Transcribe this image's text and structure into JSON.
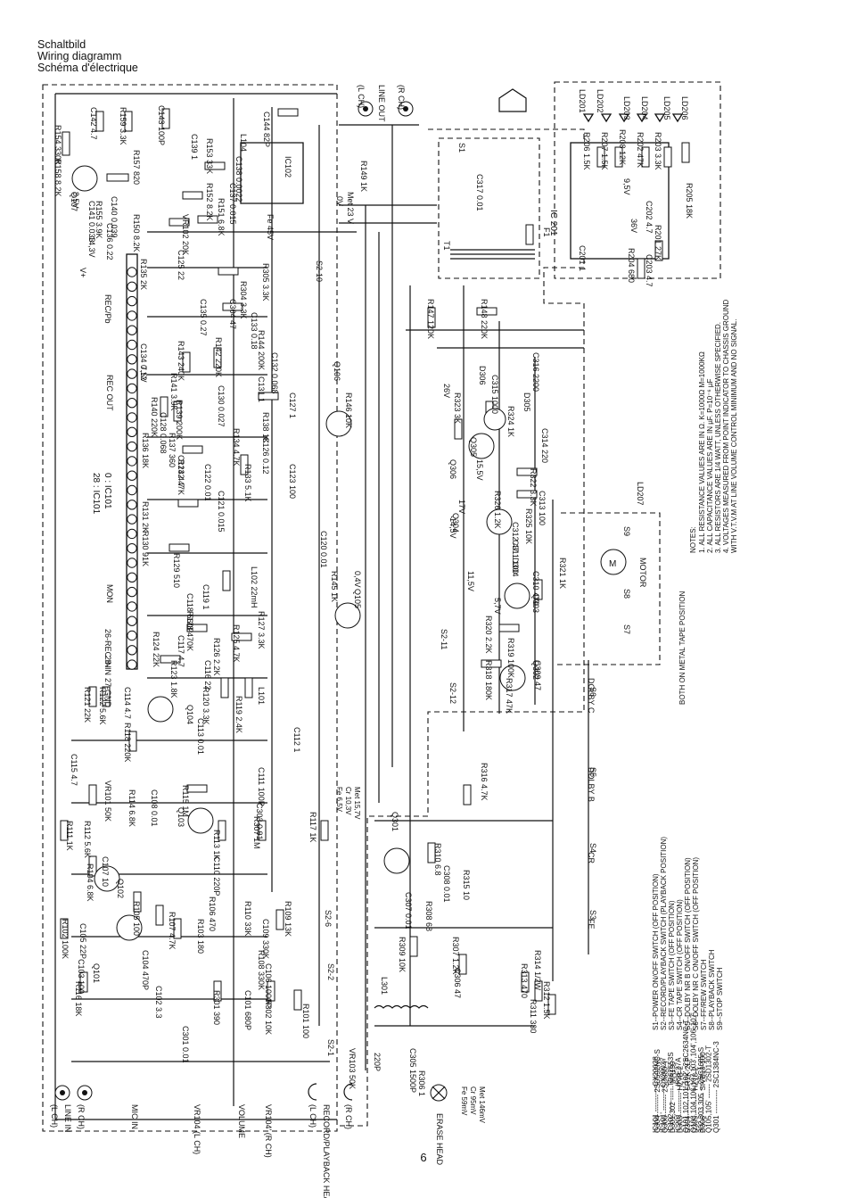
{
  "title": {
    "line1": "Schaltbild",
    "line2": "Wiring diagramm",
    "line3": "Schéma d'électrique"
  },
  "page_number": "6",
  "ic_label": {
    "ic101": "28 : IC101",
    "ic101b": "0 : IC101",
    "ic102": "IC102",
    "ic201": "IC 201"
  },
  "connectors": {
    "line_in": "LINE IN",
    "line_in_l": "(L CH)",
    "line_in_r": "(R CH)",
    "mic_in": "MIC IN",
    "vr104_l": "VR104 (L CH)",
    "volume": "VOLUME",
    "vr104_r": "VR104' (R CH)",
    "rec_head_l": "(L CH)",
    "rec_head": "RECORD/PLAYBACK HEAD",
    "rec_head_r": "(R CH)",
    "erase_head": "ERASE HEAD",
    "line_out": "LINE OUT",
    "line_out_l": "(L CH)",
    "line_out_r": "(R CH)",
    "motor": "MOTOR",
    "dolby_c": "DOLBY C",
    "dolby_b": "DOLBY B",
    "cr": "CR",
    "fe": "FE",
    "rec_out": "REC OUT",
    "rec_pb": "REC/Pb",
    "mon": "MON",
    "rec_in": "26-REC IN",
    "in28": "28-IN",
    "gnd27": "27-GND"
  },
  "components": {
    "r154": "R154 330K",
    "r158": "R158 8.2K",
    "c142": "C142 4.7",
    "r159": "R159 3.3K",
    "c143": "C143 100P",
    "c144": "C144 82P",
    "l104": "L104",
    "r153": "R153 33K",
    "r157": "R157 820",
    "c139": "C139 1",
    "l103": "L103",
    "r156": "R156 68",
    "c140": "C140 0.039",
    "r152": "R152 8.2K",
    "c138": "C138 0.0022",
    "r155": "R155 3.9K",
    "c141": "C141 0.033",
    "r151": "R151 6.8K",
    "c137": "C137 0.015",
    "q107": "Q107",
    "r150": "R150 8.2K",
    "c136": "C136 0.22",
    "vr102": "VR102 20K",
    "r147": "R147 120K",
    "r148": "R148 220K",
    "r149": "R149 1K",
    "c125": "C125 22",
    "r135": "R135 2K",
    "r305": "R305 3.3K",
    "r304": "R304 3.3K",
    "c304": "C304 47",
    "c135": "C135 0.27",
    "c133": "C133 0.18",
    "r144": "R144 200K",
    "c134": "C134 0.12",
    "r143": "R143 240K",
    "r142": "R142 220K",
    "c132": "C132 0.068",
    "r141": "R141 3.9K",
    "c131": "C131 1",
    "q106": "Q106",
    "c130": "C130 0.027",
    "r140": "R140 220K",
    "r139": "R139 200K",
    "c128": "C128 0.068",
    "c129": "C129 0.18",
    "r138": "R138 1K",
    "c127": "C127 1",
    "r146": "R146 10K",
    "r137": "R137 360",
    "r136": "R136 18K",
    "r134": "R134 4.7K",
    "c126": "C126 0.12",
    "c124": "C124 4.7",
    "r133": "R133 5.1K",
    "r132": "R132 47K",
    "c122": "C122 0.01",
    "c123": "C123 100",
    "r131": "R131 2K",
    "c121": "C121 0.015",
    "r130": "R130 91K",
    "c120": "C120 0.01",
    "r129": "R129 510",
    "c119": "C119 1",
    "l102": "L102 22mH",
    "c118": "C118 560P",
    "r128": "R128 470K",
    "r145": "R145 1K",
    "q105": "Q105",
    "r127": "R127 3.3K",
    "r126": "R126 2.2K",
    "r125": "R125 4.7K",
    "c117": "C117 4.7",
    "r124": "R124 22K",
    "r123": "R123 1.8K",
    "c116": "C116 22",
    "r121": "R121 22K",
    "r122": "R122 5.6K",
    "c114": "C114 4.7",
    "r120": "R120 3.3K",
    "r119": "R119 2.4K",
    "l101": "L101",
    "c113": "C113 0.01",
    "r118": "R118 220K",
    "q104": "Q104",
    "c112": "C112 1",
    "c115": "C115 4.7",
    "vr101": "VR101 50K",
    "r114": "R114 6.8K",
    "c108": "C108 0.01",
    "r115": "R115 1M",
    "c111": "C111 100P",
    "c303": "C303 0.01",
    "r307": "R307 1M",
    "c302": "C302 220P",
    "q103": "Q103",
    "r113": "R113 1K",
    "r117": "R117 1K",
    "r111": "R111 1K",
    "r112": "R112 5.6K",
    "r104": "R104 6.8K",
    "c107": "C107 10",
    "q102": "Q102",
    "c110": "C110 220P",
    "r110": "R110 33K",
    "r109": "R109 13K",
    "c109": "C109 330K",
    "r102": "R102 100K",
    "c105": "C105 22P",
    "r105": "R105 100",
    "r106": "R106 470",
    "r107": "R107 4.7K",
    "r103": "R103 180",
    "c106": "C106 1000P",
    "r108": "R108 330K",
    "c103": "C103 100",
    "q101": "Q101",
    "c104": "C104 470P",
    "c102": "C102 3.3",
    "r116": "R116 18K",
    "r301": "R301 390",
    "c101": "C101 680P",
    "r101": "R101 100",
    "r302": "R302 10K",
    "c301": "C301 0.01",
    "vr103": "VR103 50K",
    "c305": "C305 1500P",
    "c_22p": "220P",
    "r306": "R306 1",
    "q301": "Q301",
    "r310": "R310 6.8",
    "c308": "C308 0.01",
    "c307": "C307 0.01",
    "r308": "R308 68",
    "r309": "R309 10K",
    "r315": "R315 10",
    "r307b": "R307 1.2K",
    "c306": "C306 47",
    "r314": "R314 1/2W",
    "r313": "R313 470",
    "r312": "R312 1.5K",
    "r311": "R311 330",
    "r316": "R316 4.7K",
    "q302": "Q302",
    "r317": "R317 47K",
    "r318": "R318 180K",
    "c309": "C309 47",
    "r319": "R319 100K",
    "q303": "Q303",
    "r320": "R320 2.2K",
    "c310": "C310 470",
    "d304": "D304",
    "r321": "R321 1K",
    "c311": "C311 100",
    "q304": "Q304",
    "c312": "C312 47",
    "r325": "R325 10K",
    "r326": "R326 1.2K",
    "c313": "C313 100",
    "q305": "Q305",
    "r322": "R322 3.3K",
    "c314": "C314 220",
    "d305": "D305",
    "r324": "R324 1K",
    "r323": "R323 3K",
    "c315": "C315 1000",
    "c316": "C316 2200",
    "d306": "D306",
    "q306": "Q306",
    "t1": "T1",
    "f1": "F1",
    "s1": "S1",
    "c317": "C317 0.01",
    "ld201": "LD201",
    "ld202": "LD202",
    "ld203": "LD203",
    "ld204": "LD204",
    "ld205": "LD205",
    "ld206": "LD206",
    "ld207": "LD207",
    "r206": "R206 1.5K",
    "r207": "R207 1.5K",
    "r208": "R208 12K",
    "r202": "R202 47K",
    "r203": "R203 3.3K",
    "r205": "R205 18K",
    "c201": "C201 1",
    "r204": "R204 680",
    "c203": "C203 4.7",
    "c202": "C202 4.7",
    "r201": "R201 27K",
    "l301": "L301",
    "s2_1": "S2-1",
    "s2_2": "S2-2",
    "s2_6": "S2-6",
    "s2_10": "S2-10",
    "s2_11": "S2-11",
    "s2_12": "S2-12",
    "s3": "S3",
    "s4": "S4",
    "s5": "S5",
    "s6": "S6",
    "s7": "S7",
    "s8": "S8",
    "s9": "S9"
  },
  "voltages": {
    "v8_5": "8,5V",
    "v14_3": "14,3V",
    "v_plus": "V+",
    "v0": "0V",
    "v_met23": "Met 23 V",
    "v_fe45": "Fe 45V",
    "v15_5": "15,5V",
    "v14_5": "14,5V",
    "v11_5": "11,5V",
    "v17": "17V",
    "v26": "26V",
    "v5_7": "5,7V",
    "v9_5": "9,5V",
    "v36": "36V",
    "v7_5": "7,5V",
    "v_04": "0,4V",
    "meas1": "Fe 6,5V",
    "meas2": "Cr 10,3V",
    "meas3": "Met 15,7V",
    "erase_fe": "Fe 59mV",
    "erase_cr": "Cr 95mV",
    "erase_met": "Met 146mV"
  },
  "switch_notes": [
    "S1--POWER ON/OFF SWITCH (OFF POSITION)",
    "S2--RECORD/PLAYBACK SWITCH (PLAYBACK POSITION)",
    "S3--FE TAPE SWITCH (OFF POSITION)",
    "S4--CR TAPE SWITCH (OFF POSITION)",
    "S5--DOLBY NR B ON/OFF SWITCH (OFF POSITION)",
    "S6--DOLBY NR C ON/OFF SWITCH (OFF POSITION)",
    "S7--FF/REW SWITCH",
    "S8--PLAYBACK SWITCH",
    "S9--STOP SWITCH"
  ],
  "switch_note_extra": "BOTH ON METAL TAPE POSITION",
  "parts_list_a": [
    "Q304 -------- 2SD592NC-S",
    "Q306 -------- 2SD880-Y",
    "D301,302 ------ MA150",
    "D303 --------- HZ7B-2",
    "D304 --------- SR1K-2LF",
    "D305 --------- HZ18-2",
    "D306 --------- SIVB10-100"
  ],
  "parts_list_b": [
    "IC101 ---------- CX20028",
    "IC101' --------- CX20027",
    "IC102 ---------- TD62553S",
    "IC201 ---------- IR2E27A",
    "Q101,102,101',102'--2SC2634NC-T",
    "Q103,104,106,107,103',104',106',107',",
    "302,303,305 ---2SC1685-S",
    "Q105,105' ------ 2SD1302-T",
    "Q301 ---------- 2SC1384NC-3"
  ],
  "notes_title": "NOTES:",
  "notes": [
    "1. ALL RESISTANCE VALUES ARE IN Ω. K=1000Ω M=1000KΩ",
    "2. ALL CAPACITANCE VALUES ARE IN µF. P=10⁻⁶ µF",
    "3. ALL RESISTORS ARE 1/4 WATT, UNLESS OTHERWISE SPECIFIED.",
    "4. VOLTAGES MEASURED FROM POINT INDICATOR TO CHASSIS GROUND",
    "   WITH V.T.V.M AT LINE VOLUME CONTROL MINIMUM AND NO SIGNAL."
  ]
}
